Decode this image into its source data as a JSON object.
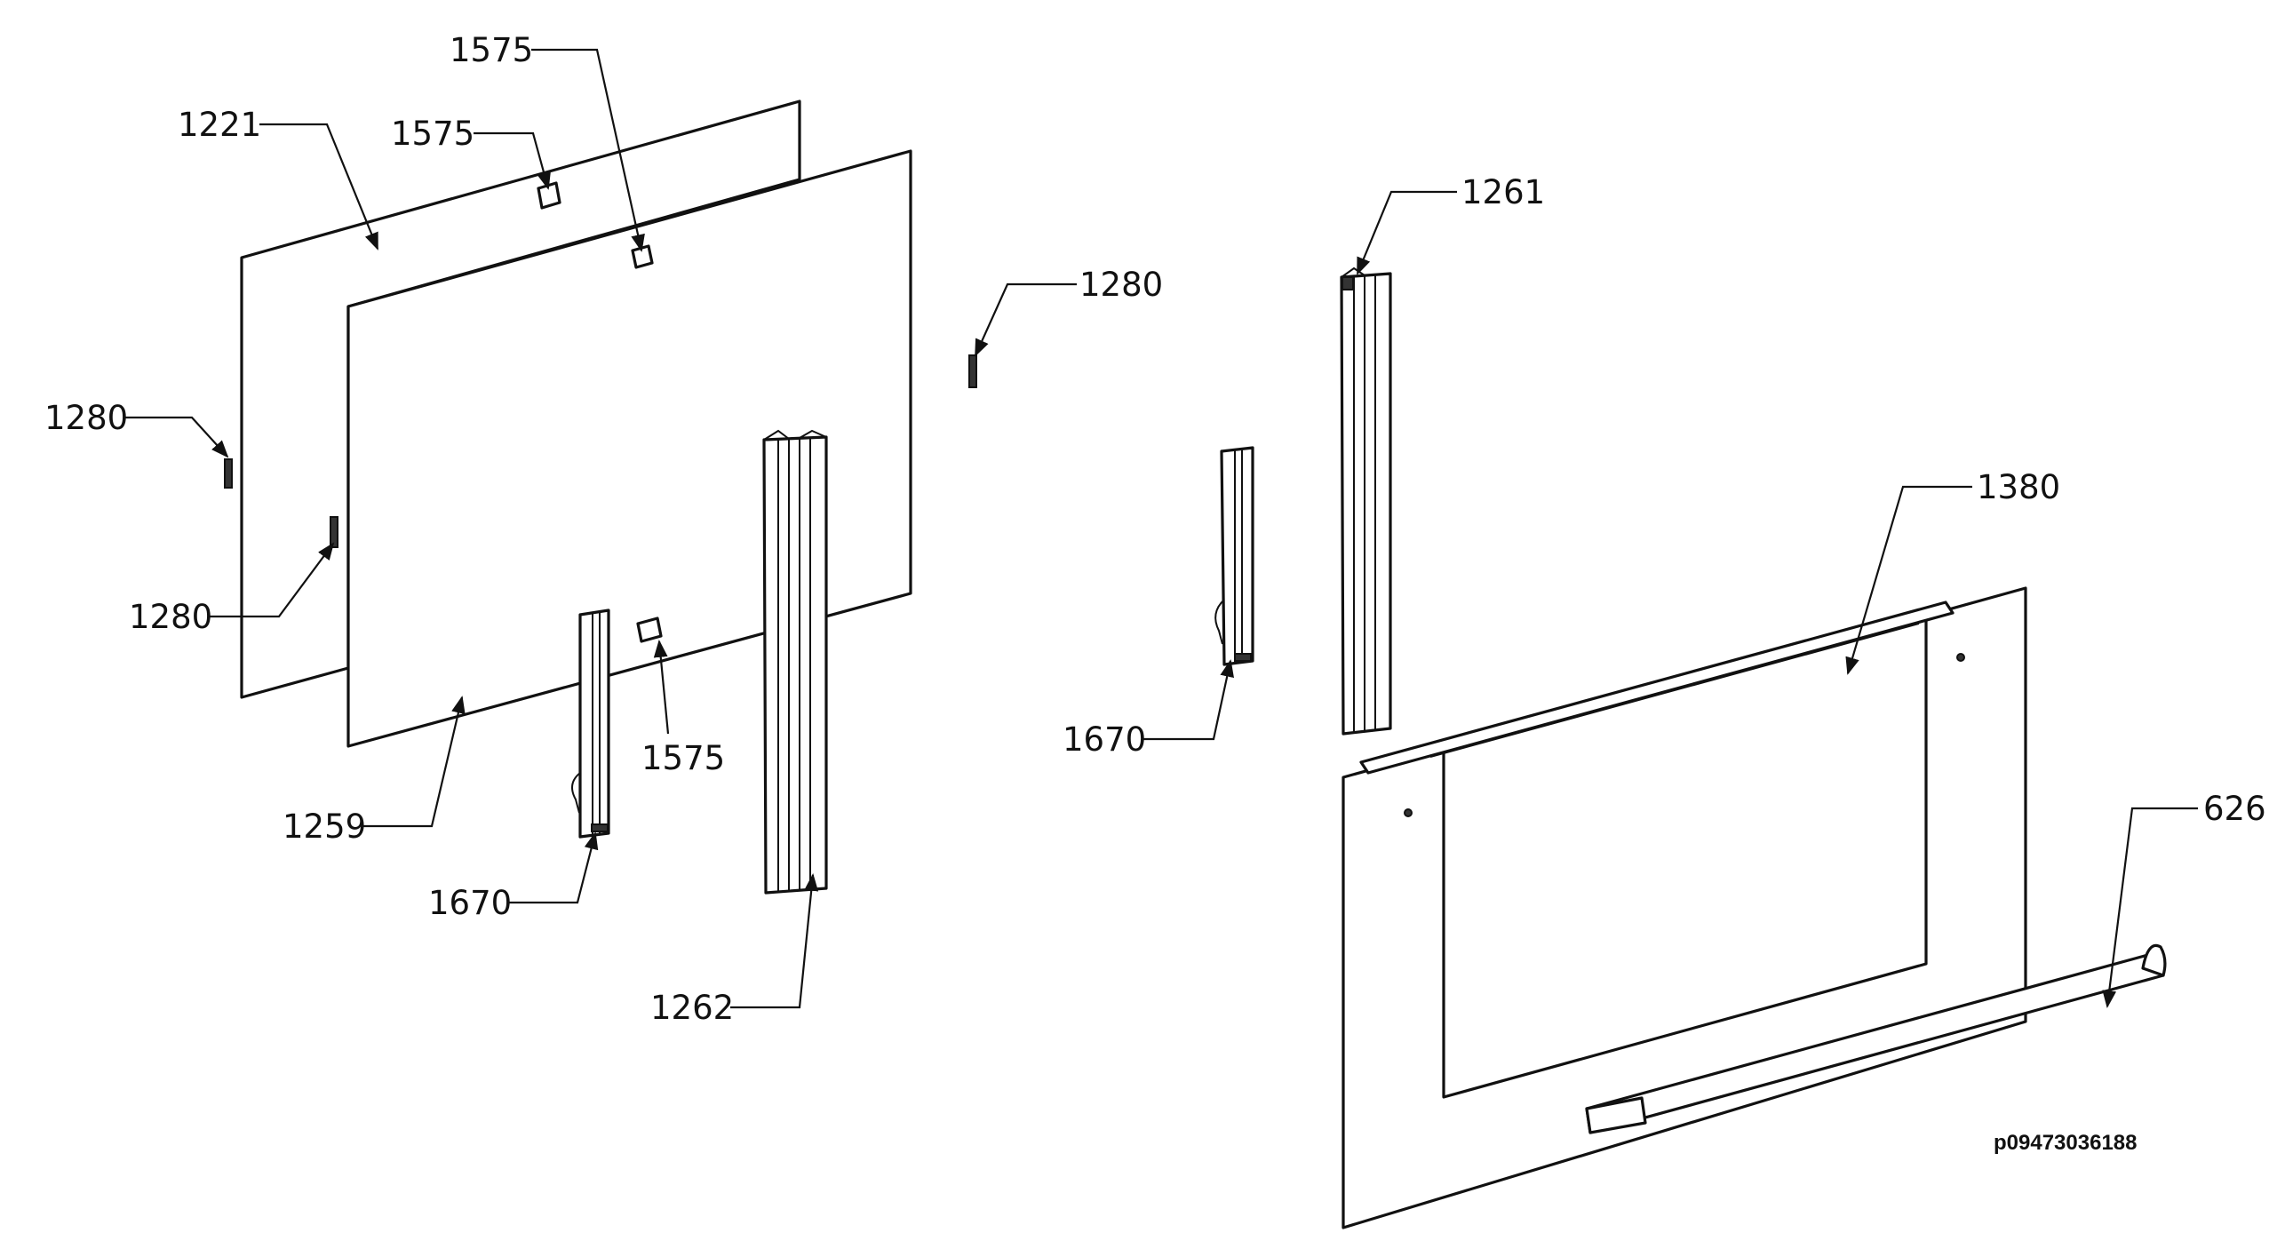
{
  "callouts": [
    {
      "id": "c-1575-top",
      "label": "1575"
    },
    {
      "id": "c-1221",
      "label": "1221"
    },
    {
      "id": "c-1575-mid",
      "label": "1575"
    },
    {
      "id": "c-1280-left",
      "label": "1280"
    },
    {
      "id": "c-1280-inner",
      "label": "1280"
    },
    {
      "id": "c-1280-center",
      "label": "1280"
    },
    {
      "id": "c-1261",
      "label": "1261"
    },
    {
      "id": "c-1380",
      "label": "1380"
    },
    {
      "id": "c-1575-low",
      "label": "1575"
    },
    {
      "id": "c-1259",
      "label": "1259"
    },
    {
      "id": "c-1670-left",
      "label": "1670"
    },
    {
      "id": "c-1262",
      "label": "1262"
    },
    {
      "id": "c-1670-right",
      "label": "1670"
    },
    {
      "id": "c-626",
      "label": "626"
    }
  ],
  "reference_code": "p09473036188",
  "colors": {
    "line": "#111111",
    "background": "#ffffff"
  }
}
